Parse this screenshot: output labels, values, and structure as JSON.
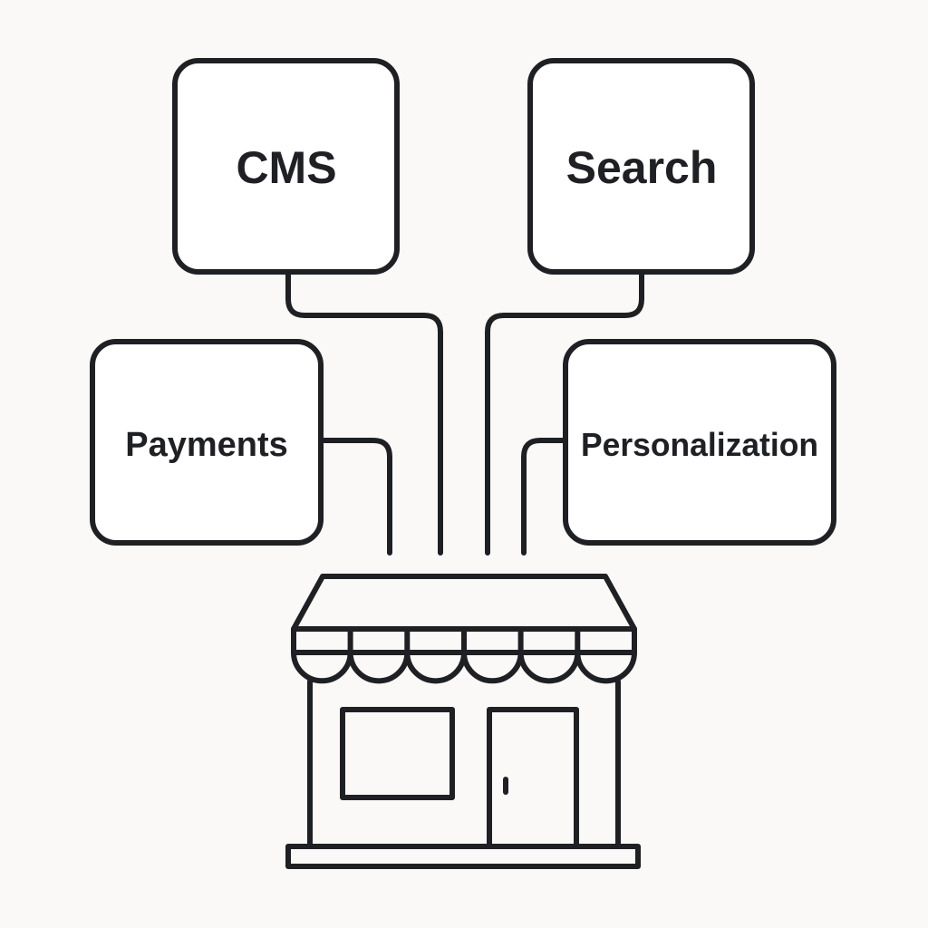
{
  "diagram": {
    "nodes": {
      "cms": {
        "label": "CMS"
      },
      "search": {
        "label": "Search"
      },
      "payments": {
        "label": "Payments"
      },
      "personalization": {
        "label": "Personalization"
      }
    },
    "center": {
      "icon": "storefront-icon"
    },
    "colors": {
      "stroke": "#1f2024",
      "background": "#faf9f7",
      "box_fill": "#ffffff"
    }
  }
}
